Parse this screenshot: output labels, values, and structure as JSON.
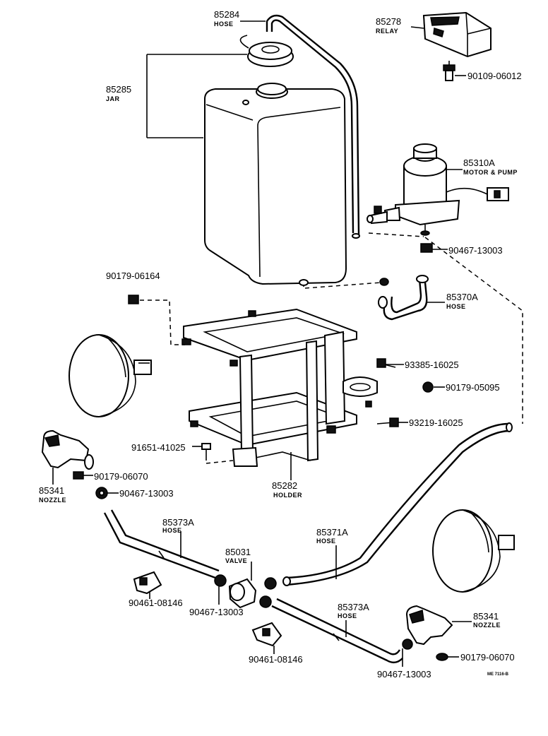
{
  "parts": {
    "hose_top": {
      "number": "85284",
      "name": "HOSE"
    },
    "relay": {
      "number": "85278",
      "name": "RELAY"
    },
    "bolt_relay": {
      "number": "90109-06012"
    },
    "jar": {
      "number": "85285",
      "name": "JAR"
    },
    "motor_pump": {
      "number": "85310A",
      "name": "MOTOR & PUMP"
    },
    "nut_motor": {
      "number": "90467-13003"
    },
    "screw_jar": {
      "number": "90179-06164"
    },
    "hose_elbow": {
      "number": "85370A",
      "name": "HOSE"
    },
    "bolt_holder": {
      "number": "93385-16025"
    },
    "nut_holder": {
      "number": "90179-05095"
    },
    "bolt_holder_2": {
      "number": "93219-16025"
    },
    "bolt_bottom": {
      "number": "91651-41025"
    },
    "holder": {
      "number": "85282",
      "name": "HOLDER"
    },
    "nozzle_left": {
      "number": "85341",
      "name": "NOZZLE"
    },
    "nut_nozzle_left": {
      "number": "90179-06070"
    },
    "clip_nozzle_left": {
      "number": "90467-13003"
    },
    "hose_left": {
      "number": "85373A",
      "name": "HOSE"
    },
    "valve": {
      "number": "85031",
      "name": "VALVE"
    },
    "hose_long": {
      "number": "85371A",
      "name": "HOSE"
    },
    "clamp_left": {
      "number": "90461-08146"
    },
    "clip_valve": {
      "number": "90467-13003"
    },
    "hose_right": {
      "number": "85373A",
      "name": "HOSE"
    },
    "nozzle_right": {
      "number": "85341",
      "name": "NOZZLE"
    },
    "clamp_right": {
      "number": "90461-08146"
    },
    "clip_right": {
      "number": "90467-13003"
    },
    "nut_nozzle_right": {
      "number": "90179-06070"
    }
  },
  "figure_ref": "ME 7116-B"
}
